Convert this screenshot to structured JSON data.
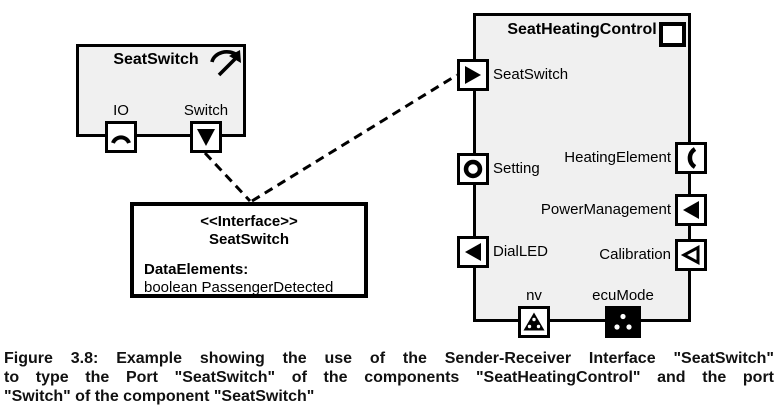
{
  "diagram": {
    "seat_switch_component": {
      "title": "SeatSwitch",
      "port_io_label": "IO",
      "port_switch_label": "Switch"
    },
    "interface_box": {
      "stereotype": "<<Interface>>",
      "name": "SeatSwitch",
      "data_elements_label": "DataElements:",
      "data_element": "boolean PassengerDetected"
    },
    "seat_heating_control": {
      "title": "SeatHeatingControl",
      "port_seatswitch_label": "SeatSwitch",
      "port_setting_label": "Setting",
      "port_dialled_label": "DialLED",
      "port_heatingelement_label": "HeatingElement",
      "port_powermanagement_label": "PowerManagement",
      "port_calibration_label": "Calibration",
      "port_nv_label": "nv",
      "port_ecumode_label": "ecuMode"
    }
  },
  "caption": {
    "line1": "Figure 3.8:  Example showing the use of the Sender-Receiver Interface \"SeatSwitch\"",
    "line2": "to type the Port \"SeatSwitch\" of the components \"SeatHeatingControl\" and the port",
    "line3": "\"Switch\" of the component \"SeatSwitch\""
  },
  "icons": {
    "component-arrow-icon": "curved-arrow-upper-right",
    "class-square-icon": "small-square-outline",
    "io-port-icon": "arc-hump",
    "sender-port-icon": "filled-triangle-down",
    "receiver-port-icon": "filled-triangle-right",
    "setting-port-icon": "ring-circle",
    "dialled-port-icon": "filled-triangle-left",
    "heatingelement-port-icon": "open-arc-c",
    "powermanagement-port-icon": "filled-triangle-left",
    "calibration-port-icon": "outline-triangle-left",
    "nv-port-icon": "filled-triangle-with-dots",
    "ecumode-port-icon": "black-square-three-dots"
  },
  "colors": {
    "component_fill": "#f0f0f0",
    "border": "#000000",
    "port_fill": "#ffffff",
    "text": "#000000"
  }
}
